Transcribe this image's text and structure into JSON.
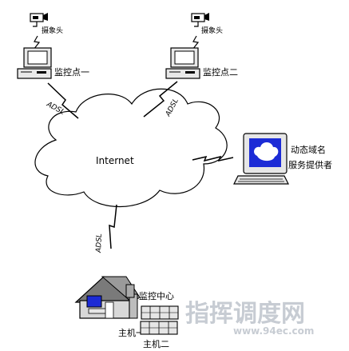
{
  "nodes": {
    "camera_1": {
      "label": "摄象头"
    },
    "camera_2": {
      "label": "摄象头"
    },
    "monitor_point_1": {
      "label": "监控点一"
    },
    "monitor_point_2": {
      "label": "监控点二"
    },
    "internet": {
      "label": "Internet"
    },
    "ddns": {
      "label_lines": [
        "动态域名",
        "服务提供者"
      ]
    },
    "control_center": {
      "label": "监控中心"
    },
    "host_1": {
      "label": "主机一"
    },
    "host_2": {
      "label": "主机二"
    }
  },
  "links": {
    "left": "ADSL",
    "right": "ADSL",
    "bottom": "ADSL"
  },
  "watermark": {
    "title": "指挥调度网",
    "url": "www.94ec.com"
  },
  "colors": {
    "screen_blue": "#1c2bd6",
    "line": "#000000",
    "watermark": "#c7ccd3"
  }
}
